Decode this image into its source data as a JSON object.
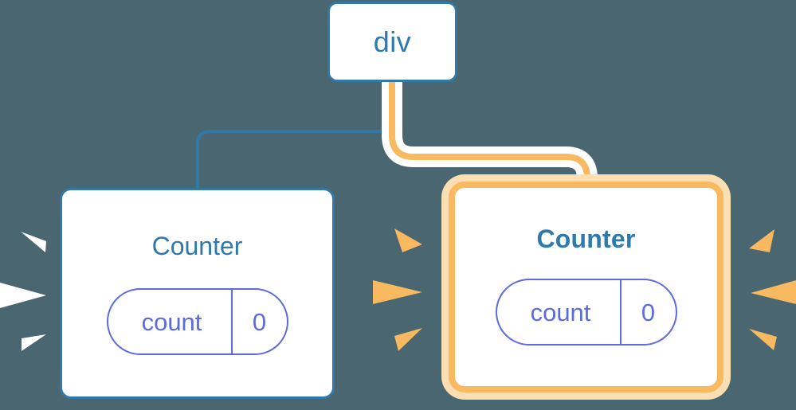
{
  "diagram": {
    "title": "component re-render highlight tree",
    "background_color": "#4a6670",
    "accent_blue": "#3179a8",
    "accent_orange": "#f8b960",
    "accent_orange_glow": "#fbdfb3",
    "accent_purple": "#5c6be0",
    "white": "#ffffff"
  },
  "root": {
    "label": "div"
  },
  "nodes": [
    {
      "id": "counter-left",
      "title": "Counter",
      "highlighted": false,
      "state": {
        "key": "count",
        "value": "0"
      },
      "edge_color": "#3179a8",
      "rays": {
        "color": "#ffffff",
        "count": 3,
        "side": "left"
      }
    },
    {
      "id": "counter-right",
      "title": "Counter",
      "highlighted": true,
      "state": {
        "key": "count",
        "value": "0"
      },
      "edge_color": "#f8b960",
      "rays": {
        "color": "#f8b960",
        "count": 6,
        "side": "both"
      }
    }
  ],
  "edges": [
    {
      "from": "div",
      "to": "counter-left",
      "color": "#3179a8",
      "style": "thin"
    },
    {
      "from": "div",
      "to": "counter-right",
      "color": "#f8b960",
      "style": "thick-highlighted"
    }
  ]
}
